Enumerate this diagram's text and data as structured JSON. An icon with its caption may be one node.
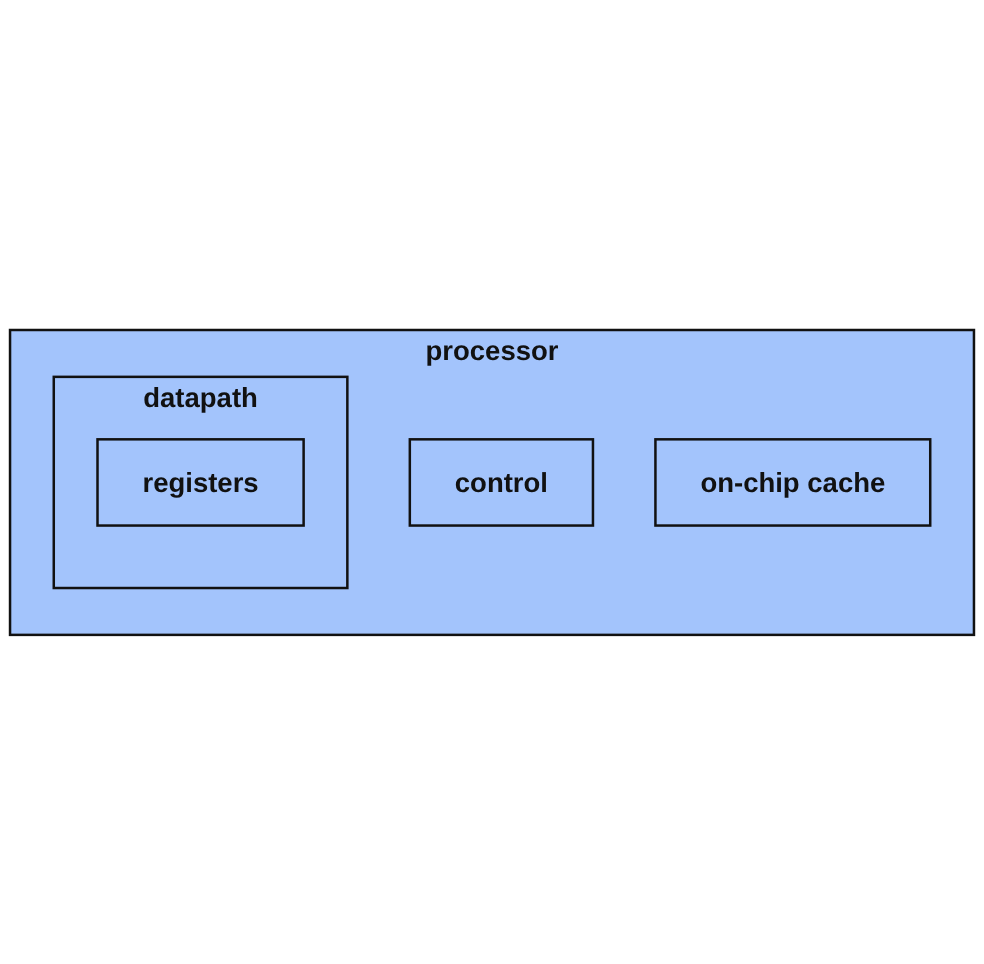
{
  "diagram": {
    "nodes": [
      {
        "text": [
          "processor"
        ]
      },
      {
        "text": [
          "control"
        ],
        "in": 0
      },
      {
        "text": [
          "datapath"
        ],
        "in": 0
      },
      {
        "text": [
          "registers"
        ],
        "in": 2
      },
      {
        "text": [
          "on-chip cache"
        ],
        "in": 0
      }
    ]
  }
}
